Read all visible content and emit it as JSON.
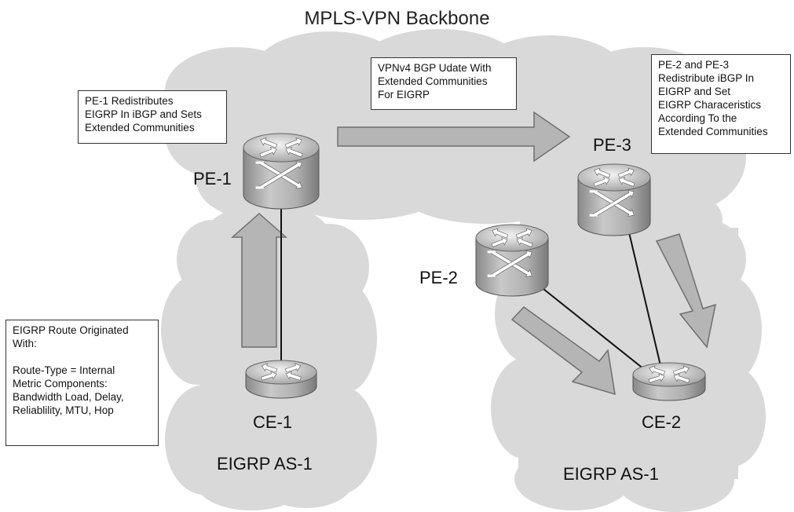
{
  "title": "MPLS-VPN Backbone",
  "colors": {
    "cloud": "#d8d8d8",
    "arrow_fill": "#b5b5b5",
    "arrow_stroke": "#777777",
    "router_body": "#a8a8a8",
    "link": "#111111"
  },
  "routers": {
    "pe1": "PE-1",
    "pe2": "PE-2",
    "pe3": "PE-3",
    "ce1": "CE-1",
    "ce2": "CE-2"
  },
  "regions": {
    "left_as": "EIGRP AS-1",
    "right_as": "EIGRP AS-1"
  },
  "notes": {
    "pe1_note": [
      "PE-1 Redistributes",
      "EIGRP In iBGP and Sets",
      "Extended Communities"
    ],
    "vpnv4_note": [
      "VPNv4 BGP Udate With",
      "Extended Communities",
      "For EIGRP"
    ],
    "pe23_note": [
      "PE-2 and PE-3",
      "Redistribute iBGP In",
      "EIGRP and Set",
      "EIGRP Characeristics",
      "According To the",
      "Extended Communities"
    ],
    "route_note": [
      "EIGRP Route Originated",
      "With:",
      "",
      "Route-Type = Internal",
      "Metric Components:",
      "Bandwidth Load, Delay,",
      "Reliablility, MTU, Hop"
    ]
  }
}
